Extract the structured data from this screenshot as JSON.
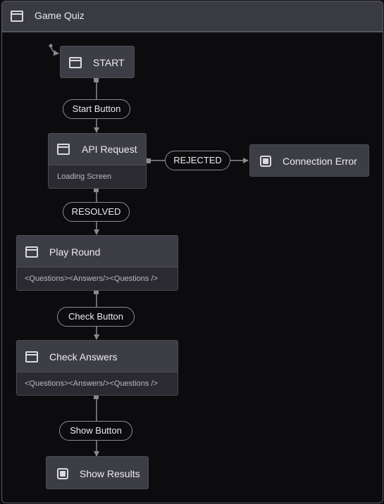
{
  "window": {
    "title": "Game Quiz",
    "icon": "window-icon"
  },
  "nodes": {
    "start": {
      "label": "START"
    },
    "api_request": {
      "label": "API Request",
      "sub": "Loading Screen"
    },
    "connection_error": {
      "label": "Connection Error"
    },
    "play_round": {
      "label": "Play Round",
      "sub": "<Questions><Answers/><Questions />"
    },
    "check_answers": {
      "label": "Check Answers",
      "sub": "<Questions><Answers/><Questions />"
    },
    "show_results": {
      "label": "Show Results"
    }
  },
  "transitions": {
    "start_button": "Start Button",
    "rejected": "REJECTED",
    "resolved": "RESOLVED",
    "check_button": "Check Button",
    "show_button": "Show Button"
  },
  "colors": {
    "background": "#0c0c0e",
    "node": "#3d3d45",
    "node_sub": "#2a2a30",
    "edge": "#8a8a92",
    "titlebar": "#3a3a42"
  }
}
